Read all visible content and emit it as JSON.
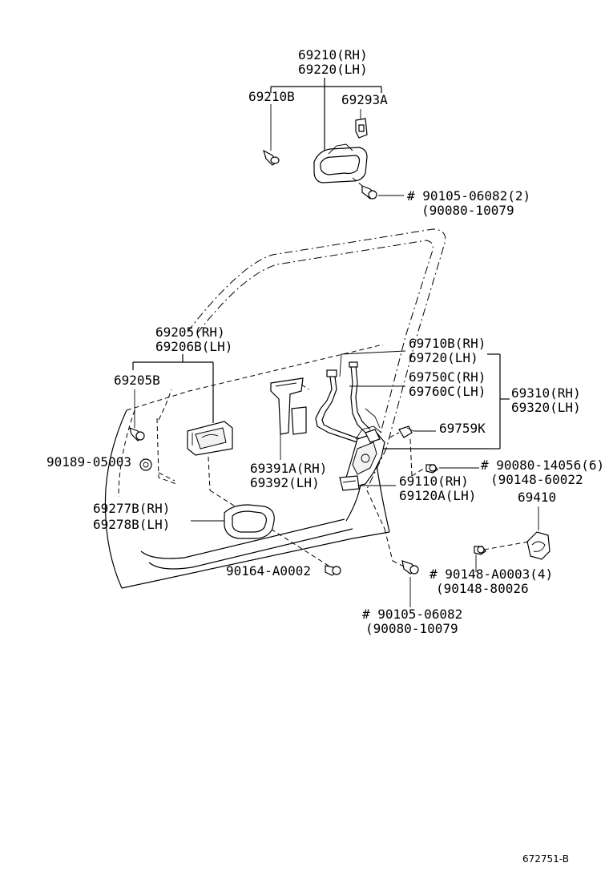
{
  "labels": {
    "p69210": "69210(RH)",
    "p69220": "69220(LH)",
    "p69210b": "69210B",
    "p69293a": "69293A",
    "b90105_top": "# 90105-06082(2)",
    "b90080_top": "(90080-10079",
    "p69205": "69205(RH)",
    "p69206b": "69206B(LH)",
    "p69205b": "69205B",
    "c90189": "90189-05003",
    "p69277b": "69277B(RH)",
    "p69278b": "69278B(LH)",
    "b90164": "90164-A0002",
    "p69710b": "69710B(RH)",
    "p69720": "69720(LH)",
    "p69750c": "69750C(RH)",
    "p69760c": "69760C(LH)",
    "p69310": "69310(RH)",
    "p69320": "69320(LH)",
    "p69759k": "69759K",
    "p69391a": "69391A(RH)",
    "p69392": "69392(LH)",
    "b90080_14056": "# 90080-14056(6)",
    "b90148_60022": "(90148-60022",
    "p69110": "69110(RH)",
    "p69120a": "69120A(LH)",
    "p69410": "69410",
    "b90148_a0003": "# 90148-A0003(4)",
    "b90148_80026": "(90148-80026",
    "b90105_bot": "# 90105-06082",
    "b90080_bot": "(90080-10079",
    "ref": "672751-B"
  }
}
